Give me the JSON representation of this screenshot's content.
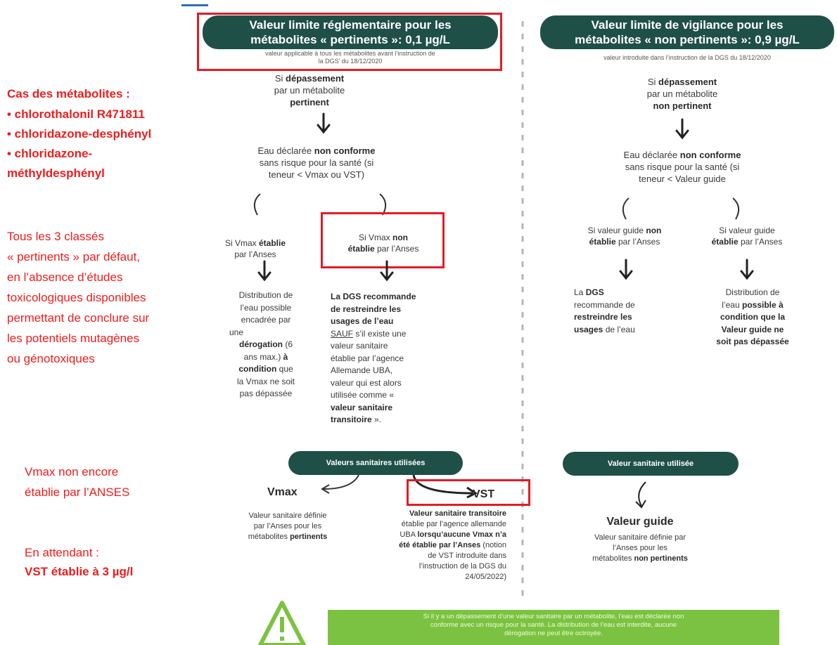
{
  "left_notes": {
    "cas_title": "Cas des métabolites :",
    "items": [
      "• chlorothalonil R471811",
      "• chloridazone-desphényl",
      "• chloridazone-",
      "méthyldesphényl"
    ],
    "classes_lines": [
      "Tous les 3 classés",
      "« pertinents » par défaut,",
      "en l’absence d’études",
      "toxicologiques disponibles",
      "permettant de conclure sur",
      "les potentiels mutagènes",
      "ou génotoxiques"
    ],
    "vmax_lines": [
      "Vmax non encore",
      "établie par l’ANSES"
    ],
    "attente_label": "En attendant :",
    "vst_value": "VST établie à 3 µg/l"
  },
  "left_column": {
    "header_lines": [
      "Valeur limite réglementaire pour les",
      "métabolites « pertinents »: 0,1 µg/L"
    ],
    "header_note": [
      "valeur applicable à tous les métabolites avant l’instruction de",
      "la DGS’ du 18/12/2020"
    ],
    "depassement": {
      "si": "Si",
      "depassement": "dépassement",
      "par": "par un métabolite",
      "pertinent": "pertinent"
    },
    "eau": {
      "pre": "Eau déclarée",
      "bold": "non conforme",
      "line2": "sans risque pour la santé (si",
      "line3": "teneur < Vmax ou VST)"
    },
    "branch_left": {
      "pre": "Si Vmax",
      "bold": "établie",
      "line2": "par l’Anses"
    },
    "branch_right": {
      "pre": "Si Vmax",
      "bold1": "non",
      "bold2": "établie",
      "post": "par l’Anses"
    },
    "distribution": {
      "l1": "Distribution de",
      "l2": "l’eau possible",
      "l3": "encadrée par",
      "l4": "une",
      "b1": "dérogation",
      "l5": "(6",
      "l6": "ans max.)",
      "b2": "à",
      "b3": "condition",
      "l7": "que",
      "l8": "la Vmax ne soit",
      "l9": "pas dépassée"
    },
    "dgs": {
      "b1": "La DGS recommande",
      "b2": "de restreindre les",
      "b3": "usages de l’eau",
      "sauf": "SAUF",
      "l1": "s’il existe une",
      "l2": "valeur sanitaire",
      "l3": "établie par l’agence",
      "l4": "Allemande UBA,",
      "l5": "valeur qui est alors",
      "l6": "utilisée comme «",
      "b4": "valeur sanitaire",
      "b5": "transitoire",
      "l7": "»."
    },
    "pill_values": "Valeurs sanitaires utilisées",
    "vmax_title": "Vmax",
    "vmax_desc": {
      "l1": "Valeur sanitaire définie",
      "l2": "par l’Anses pour les",
      "l3": "métabolites",
      "b": "pertinents"
    },
    "vst_title": "VST",
    "vst_desc": {
      "b1": "Valeur sanitaire transitoire",
      "l1": "établie par l’agence allemande",
      "l2": "UBA",
      "b2": "lorsqu’aucune Vmax n’a",
      "b3": "été établie par l’Anses",
      "l3": "(notion",
      "l4": "de VST introduite dans",
      "l5": "l’instruction de la DGS du",
      "l6": "24/05/2022)"
    }
  },
  "right_column": {
    "header_lines": [
      "Valeur limite de vigilance pour les",
      "métabolites « non pertinents »: 0,9 µg/L"
    ],
    "header_note": "valeur introduite dans l’instruction de la DGS du 18/12/2020",
    "depassement": {
      "si": "Si",
      "depassement": "dépassement",
      "par": "par un métabolite",
      "nonpertinent": "non pertinent"
    },
    "eau": {
      "pre": "Eau déclarée",
      "bold": "non conforme",
      "line2": "sans risque pour la santé (si",
      "line3": "teneur < Valeur guide"
    },
    "branch_left": {
      "pre": "Si valeur guide",
      "bold1": "non",
      "bold2": "établie",
      "post": "par l’Anses"
    },
    "branch_right": {
      "pre": "Si valeur guide",
      "bold": "établie",
      "post": "par l’Anses"
    },
    "dgs": {
      "l1": "La",
      "b1": "DGS",
      "l2": "recommande de",
      "b2": "restreindre les",
      "b3": "usages",
      "l3": "de l’eau"
    },
    "distribution": {
      "l1": "Distribution de",
      "l2": "l’eau",
      "b1": "possible à",
      "b2": "condition que la",
      "b3": "Valeur guide ne",
      "b4": "soit pas dépassée"
    },
    "pill_value": "Valeur sanitaire utilisée",
    "guide_title": "Valeur guide",
    "guide_desc": {
      "l1": "Valeur sanitaire définie par",
      "l2": "l’Anses pour les",
      "l3": "métabolites",
      "b": "non pertinents"
    }
  },
  "warning": {
    "line1": "Si il y a un dépassement d’une valeur sanitaire par un métabolite, l’eau est déclarée non",
    "line2": "conforme avec un risque pour la santé. La distribution de l’eau est interdite, aucune",
    "line3": "dérogation ne peut être octroyée."
  },
  "colors": {
    "dark_green": "#1f5048",
    "red": "#ee1c1c",
    "lime": "#7cc242"
  }
}
